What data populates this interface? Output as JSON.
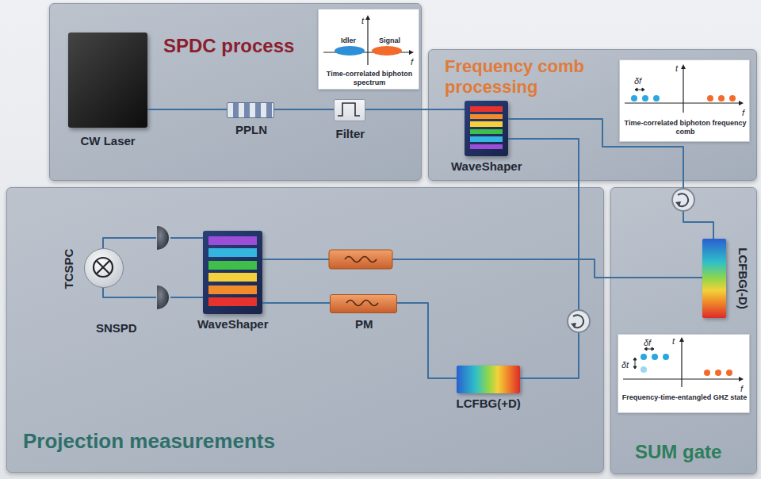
{
  "diagram": {
    "nodes": [
      {
        "text": [
          "SPDC process"
        ]
      },
      {
        "text": [
          "CW Laser"
        ],
        "in": 0
      },
      {
        "text": [
          "PPLN"
        ],
        "in": 0
      },
      {
        "text": [
          "Filter"
        ],
        "in": 0
      },
      {
        "text": [
          "t",
          "Idler",
          "Signal",
          "f",
          "Time-correlated biphoton spectrum"
        ],
        "in": 0
      },
      {
        "text": [
          "Frequency comb processing"
        ]
      },
      {
        "text": [
          "WaveShaper"
        ],
        "in": 5
      },
      {
        "text": [
          "δf",
          "t",
          "f",
          "Time-correlated biphoton frequency comb"
        ],
        "in": 5
      },
      {
        "text": [
          "SUM gate"
        ]
      },
      {
        "text": [
          "LCFBG(-D)"
        ],
        "in": 8
      },
      {
        "text": [
          "δf",
          "δt",
          "t",
          "f",
          "Frequency-time-entangled GHZ state"
        ],
        "in": 8
      },
      {
        "text": [
          "Projection measurements"
        ]
      },
      {
        "text": [
          "TCSPC"
        ],
        "in": 11
      },
      {
        "text": [
          "SNSPD"
        ],
        "in": 11
      },
      {
        "text": [
          "WaveShaper"
        ],
        "in": 11
      },
      {
        "text": [
          "PM"
        ],
        "in": 11
      },
      {
        "text": [
          "LCFBG(+D)"
        ],
        "in": 11
      }
    ],
    "edges": [
      {
        "from": 1,
        "to": 2,
        "arrow": "none"
      },
      {
        "from": 2,
        "to": 3,
        "arrow": "none"
      },
      {
        "from": 3,
        "to": 6,
        "arrow": "none"
      },
      {
        "from": 6,
        "to": 9,
        "arrow": "none"
      },
      {
        "from": 9,
        "to": 14,
        "arrow": "none"
      },
      {
        "from": 6,
        "to": 16,
        "arrow": "none"
      },
      {
        "from": 16,
        "to": 15,
        "arrow": "none"
      },
      {
        "from": 15,
        "to": 14,
        "arrow": "none"
      },
      {
        "from": 14,
        "to": 13,
        "arrow": "none"
      },
      {
        "from": 14,
        "to": 13,
        "arrow": "none"
      },
      {
        "from": 13,
        "to": 12,
        "arrow": "none"
      },
      {
        "from": 13,
        "to": 12,
        "arrow": "none"
      }
    ]
  }
}
